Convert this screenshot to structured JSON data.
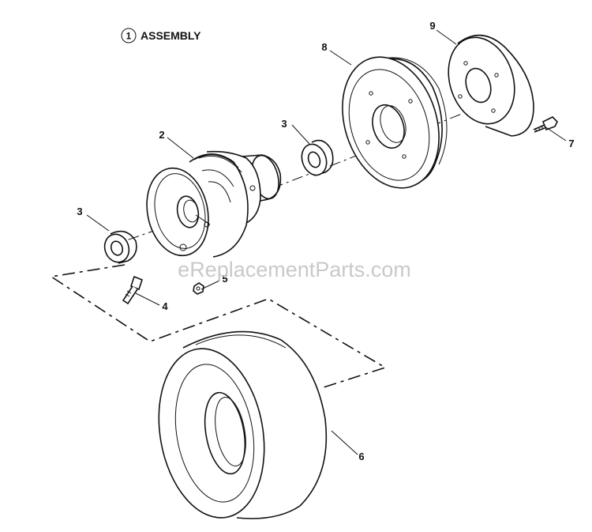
{
  "title": {
    "circled_number": "1",
    "text": "ASSEMBLY"
  },
  "watermark": "eReplacementParts.com",
  "callouts": [
    "2",
    "3",
    "3",
    "4",
    "5",
    "6",
    "7",
    "8",
    "9"
  ],
  "parts": [
    {
      "icon": "wheel-hub-rim-icon",
      "callout": "2"
    },
    {
      "icon": "flange-bearing-icon",
      "callout": "3"
    },
    {
      "icon": "valve-stem-icon",
      "callout": "4"
    },
    {
      "icon": "lug-nut-icon",
      "callout": "5"
    },
    {
      "icon": "tire-icon",
      "callout": "6"
    },
    {
      "icon": "bolt-icon",
      "callout": "7"
    },
    {
      "icon": "brake-drum-icon",
      "callout": "8"
    },
    {
      "icon": "drum-cover-icon",
      "callout": "9"
    }
  ]
}
